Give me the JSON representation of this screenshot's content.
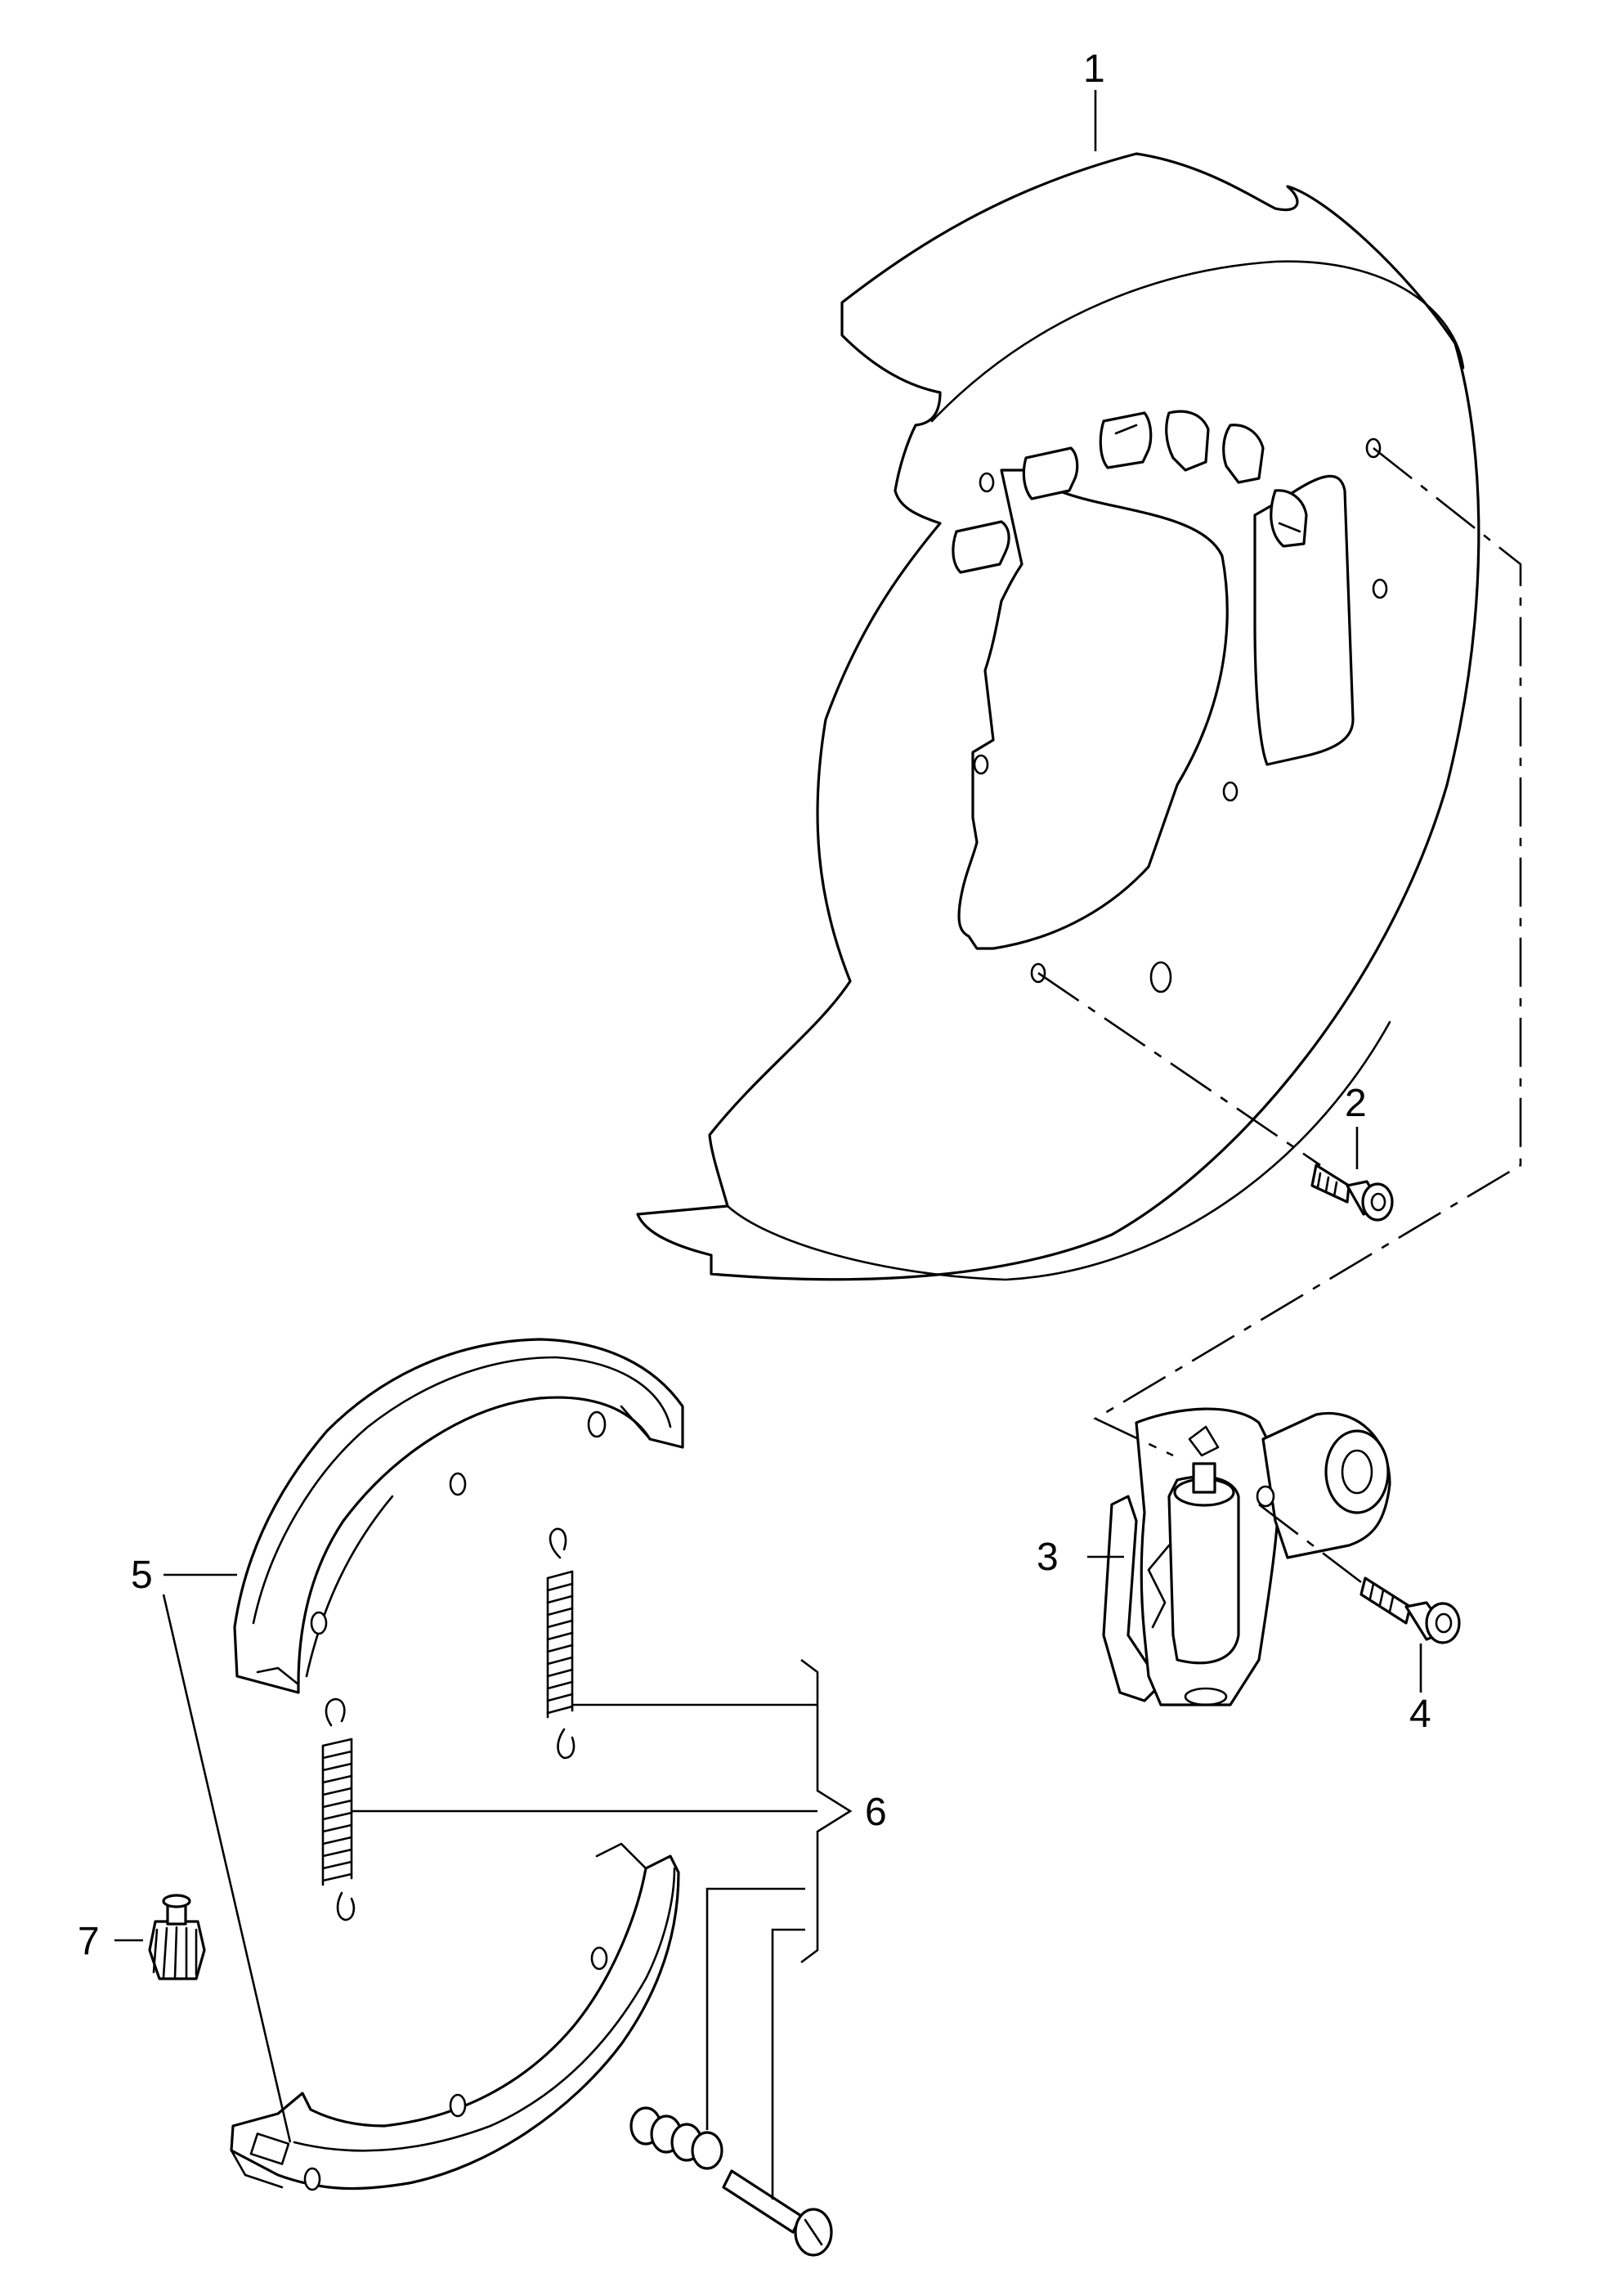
{
  "diagram": {
    "style": {
      "line_color": "#000000",
      "background": "#ffffff"
    },
    "callouts": [
      {
        "label": "1",
        "part": "backing-plate"
      },
      {
        "label": "2",
        "part": "plate-bolt"
      },
      {
        "label": "3",
        "part": "wheel-cylinder"
      },
      {
        "label": "4",
        "part": "cylinder-bolt"
      },
      {
        "label": "5",
        "part": "brake-shoes"
      },
      {
        "label": "6",
        "part": "spring-kit"
      },
      {
        "label": "7",
        "part": "adjuster-pinion"
      }
    ]
  }
}
